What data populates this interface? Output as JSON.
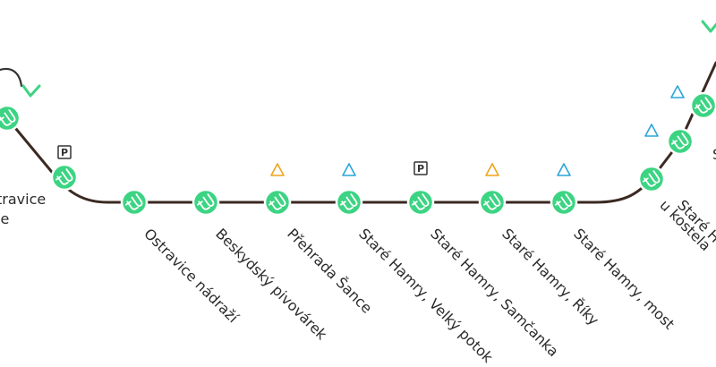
{
  "colors": {
    "route": "#3b2a22",
    "station": "#3cd483",
    "warning_triangle": "#f0a31c",
    "info_triangle": "#2aa5d8",
    "parking": "#333333"
  },
  "parking_letter": "P",
  "stations": [
    {
      "name": "-travice",
      "name_line2": "-le",
      "icon": "bus-stop-icon"
    },
    {
      "name": "",
      "icon": "bus-stop-icon"
    },
    {
      "name": "Ostravice nádraží",
      "icon": "bus-stop-icon"
    },
    {
      "name": "Beskydský pivovárek",
      "icon": "bus-stop-icon"
    },
    {
      "name": "Přehrada Šance",
      "icon": "bus-stop-icon"
    },
    {
      "name": "Staré Hamry, Velký potok",
      "icon": "bus-stop-icon"
    },
    {
      "name": "Staré Hamry, Samčanka",
      "icon": "bus-stop-icon"
    },
    {
      "name": "Staré Hamry, Říky",
      "icon": "bus-stop-icon"
    },
    {
      "name": "Staré Hamry, most",
      "icon": "bus-stop-icon"
    },
    {
      "name": "Staré H-",
      "name_line2": "u kostela",
      "icon": "bus-stop-icon"
    },
    {
      "name": "S-",
      "icon": "bus-stop-icon"
    },
    {
      "name": "",
      "icon": "bus-stop-icon"
    }
  ],
  "markers": [
    {
      "type": "parking",
      "icon": "parking-icon"
    },
    {
      "type": "warning",
      "icon": "warning-triangle-icon"
    },
    {
      "type": "info",
      "icon": "info-triangle-icon"
    },
    {
      "type": "parking",
      "icon": "parking-icon"
    },
    {
      "type": "warning",
      "icon": "warning-triangle-icon"
    },
    {
      "type": "info",
      "icon": "info-triangle-icon"
    },
    {
      "type": "info",
      "icon": "info-triangle-icon"
    },
    {
      "type": "info",
      "icon": "info-triangle-icon"
    }
  ]
}
